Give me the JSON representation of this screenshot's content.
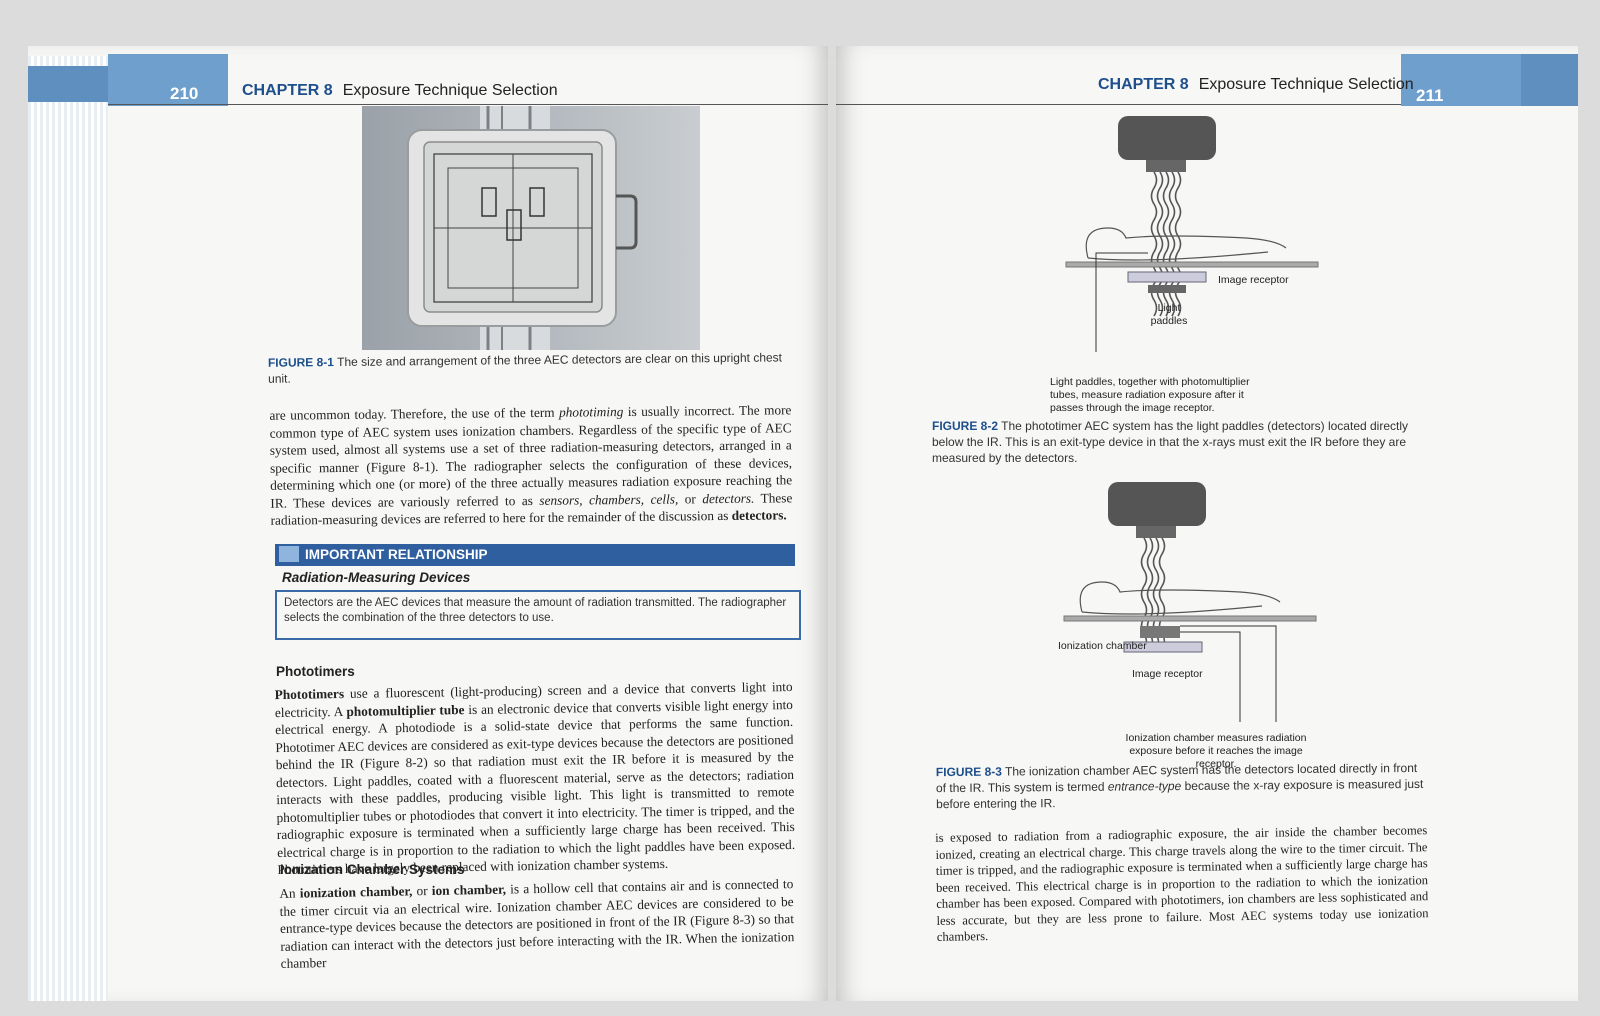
{
  "left_page": {
    "page_number": "210",
    "chapter_label": "CHAPTER 8",
    "chapter_title": "Exposure Technique Selection",
    "figure_8_1": {
      "label": "FIGURE 8-1",
      "text": "The size and arrangement of the three AEC detectors are clear on this upright chest unit."
    },
    "paragraph_1_a": "are uncommon today. Therefore, the use of the term ",
    "paragraph_1_term": "phototiming",
    "paragraph_1_b": " is usually incorrect. The more common type of AEC system uses ionization chambers. Regardless of the specific type of AEC system used, almost all systems use a set of three radiation-measuring detectors, arranged in a specific manner (Figure 8-1). The radiographer selects the configuration of these devices, determining which one (or more) of the three actually measures radiation exposure reaching the IR. These devices are variously referred to as ",
    "paragraph_1_terms": "sensors, chambers, cells,",
    "paragraph_1_c": " or ",
    "paragraph_1_term2": "detectors.",
    "paragraph_1_d": " These radiation-measuring devices are referred to here for the remainder of the discussion as ",
    "paragraph_1_bold": "detectors.",
    "important_relationship": {
      "banner": "IMPORTANT RELATIONSHIP",
      "subtitle": "Radiation-Measuring Devices",
      "text": "Detectors are the AEC devices that measure the amount of radiation transmitted. The radiographer selects the combination of the three detectors to use."
    },
    "phototimers": {
      "heading": "Phototimers",
      "term1": "Phototimers",
      "t1": " use a fluorescent (light-producing) screen and a device that converts light into electricity. A ",
      "term2": "photomultiplier tube",
      "t2": " is an electronic device that converts visible light energy into electrical energy. A photodiode is a solid-state device that performs the same function. Phototimer AEC devices are considered as exit-type devices because the detectors are positioned behind the IR (Figure 8-2) so that radiation must exit the IR before it is measured by the detectors. Light paddles, coated with a fluorescent material, serve as the detectors; radiation interacts with these paddles, producing visible light. This light is transmitted to remote photomultiplier tubes or photodiodes that convert it into electricity. The timer is tripped, and the radiographic exposure is terminated when a sufficiently large charge has been received. This electrical charge is in proportion to the radiation to which the light paddles have been exposed. Phototimers have largely been replaced with ionization chamber systems."
    },
    "ionization": {
      "heading": "Ionization Chamber Systems",
      "t0": "An ",
      "term1": "ionization chamber,",
      "t1": " or ",
      "term2": "ion chamber,",
      "t2": " is a hollow cell that contains air and is connected to the timer circuit via an electrical wire. Ionization chamber AEC devices are considered to be entrance-type devices because the detectors are positioned in front of the IR (Figure 8-3) so that radiation can interact with the detectors just before interacting with the IR. When the ionization chamber"
    }
  },
  "right_page": {
    "page_number": "211",
    "chapter_label": "CHAPTER 8",
    "chapter_title": "Exposure Technique Selection",
    "figure_8_2_labels": {
      "image_receptor": "Image receptor",
      "light_paddles": "Light paddles",
      "note": "Light paddles, together with photomultiplier tubes, measure radiation exposure after it passes through the image receptor."
    },
    "figure_8_2": {
      "label": "FIGURE 8-2",
      "text": "The phototimer AEC system has the light paddles (detectors) located directly below the IR. This is an exit-type device in that the x-rays must exit the IR before they are measured by the detectors."
    },
    "figure_8_3_labels": {
      "ionization_chamber": "Ionization chamber",
      "image_receptor": "Image receptor",
      "note": "Ionization chamber measures radiation exposure before it reaches the image receptor."
    },
    "figure_8_3": {
      "label": "FIGURE 8-3",
      "t1": "The ionization chamber AEC system has the detectors located directly in front of the IR. This system is termed ",
      "term": "entrance-type",
      "t2": " because the x-ray exposure is measured just before entering the IR."
    },
    "paragraph": "is exposed to radiation from a radiographic exposure, the air inside the chamber becomes ionized, creating an electrical charge. This charge travels along the wire to the timer circuit. The timer is tripped, and the radiographic exposure is terminated when a sufficiently large charge has been received. This electrical charge is in proportion to the radiation to which the ionization chamber has been exposed. Compared with phototimers, ion chambers are less sophisticated and less accurate, but they are less prone to failure. Most AEC systems today use ionization chambers."
  },
  "colors": {
    "accent_blue": "#1d4f8c",
    "header_blue": "#6f9fcc",
    "banner_blue": "#2f5f9e"
  }
}
